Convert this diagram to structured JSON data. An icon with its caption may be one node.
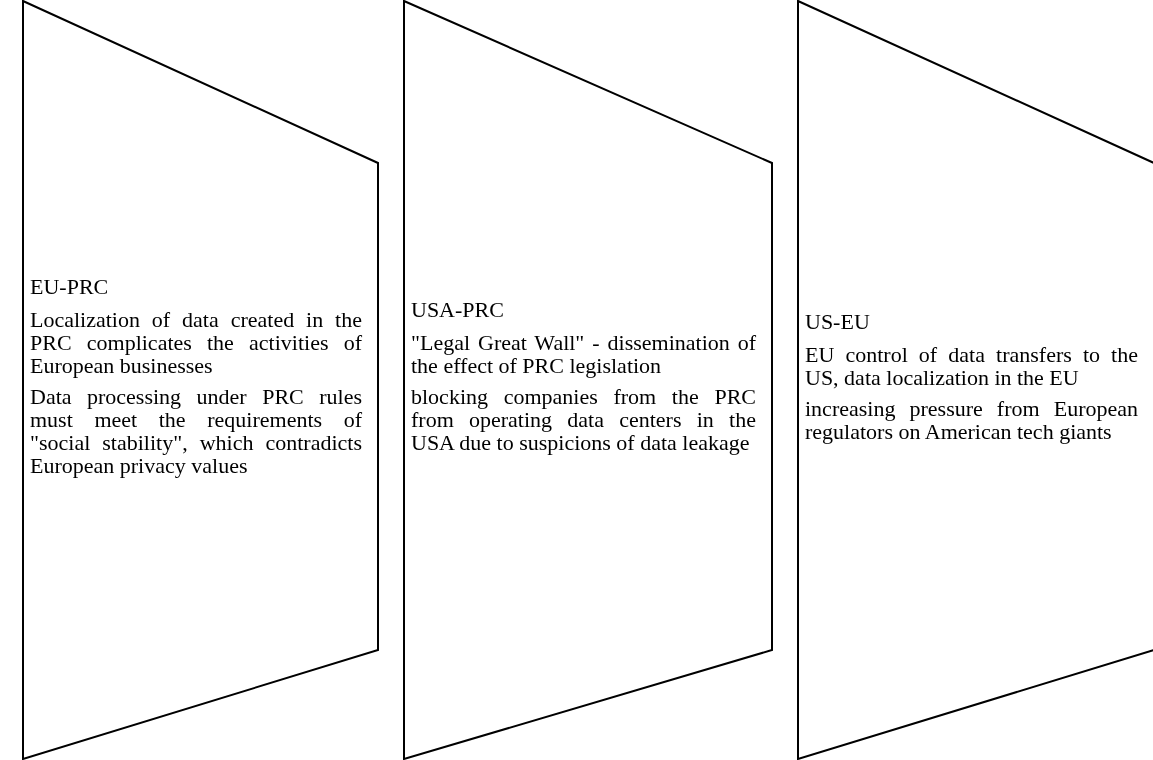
{
  "diagram": {
    "nodes": [
      {
        "text": [
          "EU-PRC",
          "Localization of data created in the PRC complicates the activities of European businesses",
          "Data processing under PRC rules must meet the requirements of \"social stability\", which contradicts European privacy values"
        ]
      },
      {
        "text": [
          "USA-PRC",
          "\"Legal Great Wall\" - dissemination of the effect of PRC legislation",
          "blocking companies from the PRC from operating data centers in the USA due to suspicions of data leakage"
        ]
      },
      {
        "text": [
          "US-EU",
          "EU control of data transfers to the US, data localization in the EU",
          "increasing pressure from European regulators on American tech giants"
        ]
      }
    ]
  }
}
